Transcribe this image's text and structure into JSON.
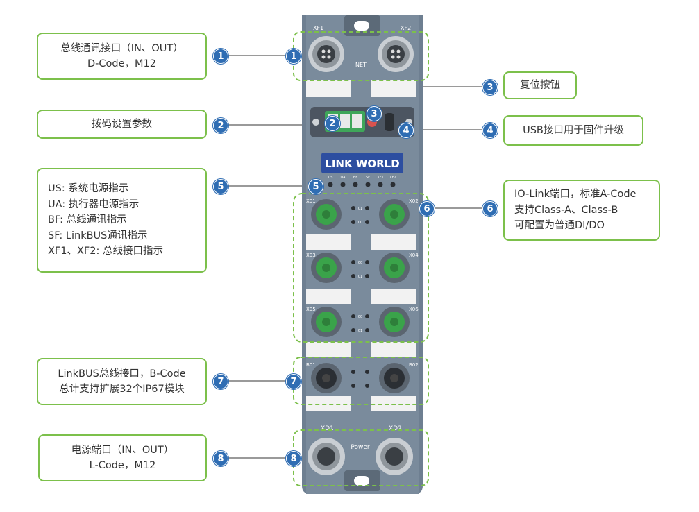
{
  "callouts": [
    {
      "num": "1",
      "lines": [
        "总线通讯接口（IN、OUT）",
        "D-Code，M12"
      ]
    },
    {
      "num": "2",
      "lines": [
        "拨码设置参数"
      ]
    },
    {
      "num": "3",
      "lines": [
        "复位按钮"
      ]
    },
    {
      "num": "4",
      "lines": [
        "USB接口用于固件升级"
      ]
    },
    {
      "num": "5",
      "lines": [
        "US: 系统电源指示",
        "UA: 执行器电源指示",
        "BF: 总线通讯指示",
        "SF: LinkBUS通讯指示",
        "XF1、XF2: 总线接口指示"
      ]
    },
    {
      "num": "6",
      "lines": [
        "IO-Link端口，标准A-Code",
        "支持Class-A、Class-B",
        "可配置为普通DI/DO"
      ]
    },
    {
      "num": "7",
      "lines": [
        "LinkBUS总线接口，B-Code",
        "总计支持扩展32个IP67模块"
      ]
    },
    {
      "num": "8",
      "lines": [
        "电源端口（IN、OUT）",
        "L-Code，M12"
      ]
    }
  ],
  "device": {
    "brand": "LINK WORLD",
    "net_label": "NET",
    "power_label": "Power",
    "port_labels": {
      "xf1": "XF1",
      "xf2": "XF2",
      "x01": "X01",
      "x02": "X02",
      "x03": "X03",
      "x04": "X04",
      "x05": "X05",
      "x06": "X06",
      "b01": "B01",
      "b02": "B02",
      "xd1": "XD1",
      "xd2": "XD2"
    },
    "led_labels": [
      "US",
      "UA",
      "BF",
      "SF",
      "XF1",
      "XF2"
    ],
    "pin_labels": {
      "p01": "01",
      "p00": "00"
    }
  },
  "colors": {
    "accent_green": "#7cc04b",
    "badge_blue": "#2f6db3",
    "device_body": "#6e7f91",
    "device_dark": "#55606d",
    "port_green": "#3aa34a"
  }
}
